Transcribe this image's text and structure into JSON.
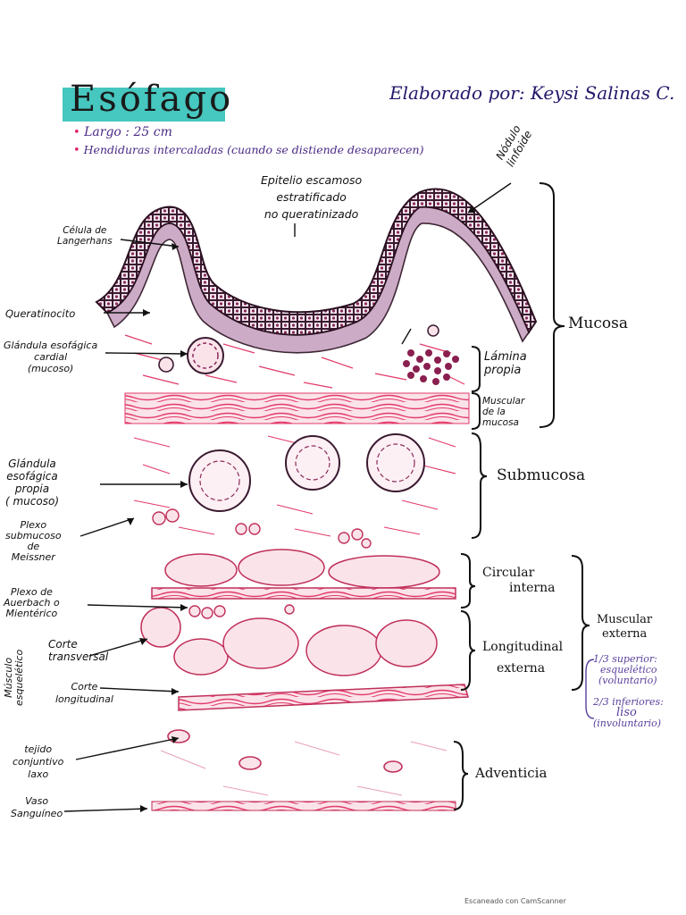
{
  "title": "Esófago",
  "author": "Elaborado por: Keysi Salinas C.",
  "notes": [
    "Largo : 25 cm",
    "Hendiduras intercaladas (cuando se distiende desaparecen)"
  ],
  "labels": {
    "epithelium": [
      "Epitelio escamoso",
      "estratificado",
      "no queratinizado"
    ],
    "lymph_node": [
      "Nódulo",
      "linfoide"
    ],
    "langerhans": [
      "Célula de",
      "Langerhans"
    ],
    "keratinocyte": "Queratinocito",
    "cardial_gland": [
      "Glándula esofágica",
      "cardial",
      "(mucoso)"
    ],
    "lamina_propria": [
      "Lámina",
      "propia"
    ],
    "muscularis_mucosa": [
      "Muscular",
      "de la",
      "mucosa"
    ],
    "proper_gland": [
      "Glándula",
      "esofágica",
      "propia",
      "( mucoso)"
    ],
    "meissner": [
      "Plexo",
      "submucoso",
      "de",
      "Meissner"
    ],
    "auerbach": [
      "Plexo de",
      "Auerbach o",
      "Mientérico"
    ],
    "skeletal_muscle": [
      "Músculo",
      "esquelético"
    ],
    "cross_section": [
      "Corte",
      "transversal"
    ],
    "long_section": [
      "Corte",
      "longitudinal"
    ],
    "connective": [
      "tejido",
      "conjuntivo",
      "laxo"
    ],
    "vessel": [
      "Vaso",
      "Sanguíneo"
    ]
  },
  "layers": {
    "mucosa": "Mucosa",
    "submucosa": "Submucosa",
    "circular": [
      "Circular",
      "interna"
    ],
    "longitudinal": [
      "Longitudinal",
      "externa"
    ],
    "muscular_externa": [
      "Muscular",
      "externa"
    ],
    "adventicia": "Adventicia"
  },
  "muscle_notes": [
    "1/3 superior:",
    "esquelético",
    "(voluntario)",
    "2/3 inferiores:",
    "liso",
    "(involuntario)"
  ],
  "footer": "Escaneado con CamScanner",
  "colors": {
    "teal": "#46c7bf",
    "tissue_purple": "#5b2a4a",
    "muscle_pink": "#e23a6a",
    "label_ink": "#111111",
    "note_purple": "#5a3f9c"
  }
}
